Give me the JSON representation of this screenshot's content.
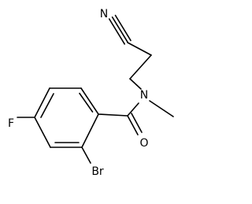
{
  "molecule": {
    "atoms": {
      "N_nitrile": "N",
      "N_amide": "N",
      "O_carbonyl": "O",
      "Br": "Br",
      "F": "F"
    },
    "colors": {
      "bond": "#000000",
      "label": "#000000",
      "background": "#ffffff"
    }
  }
}
